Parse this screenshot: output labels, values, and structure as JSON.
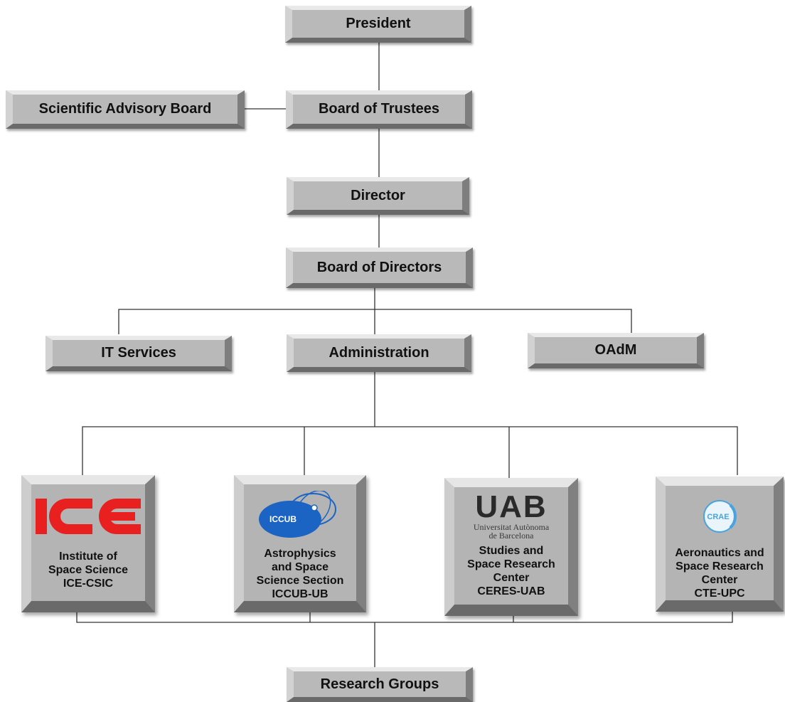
{
  "nodes": {
    "president": "President",
    "board_of_trustees": "Board of Trustees",
    "scientific_advisory_board": "Scientific Advisory Board",
    "director": "Director",
    "board_of_directors": "Board of Directors",
    "it_services": "IT Services",
    "administration": "Administration",
    "oadm": "OAdM",
    "research_groups": "Research Groups"
  },
  "units": [
    {
      "logo": "ICE",
      "text": "Institute of\nSpace Science\nICE-CSIC"
    },
    {
      "logo": "ICCUB",
      "text": "Astrophysics\nand Space\nScience Section\nICCUB-UB"
    },
    {
      "logo": "UAB",
      "logo_sub": "Universitat Autònoma\nde Barcelona",
      "text": "Studies and\nSpace Research\nCenter\nCERES-UAB"
    },
    {
      "logo": "CRAE",
      "text": "Aeronautics and\nSpace Research\nCenter\nCTE-UPC"
    }
  ],
  "colors": {
    "box_face": "#b9b9b9",
    "line": "#333333",
    "ice_red": "#e8201f",
    "iccub_blue": "#1b64c4",
    "crae_blue": "#4aa3df"
  }
}
